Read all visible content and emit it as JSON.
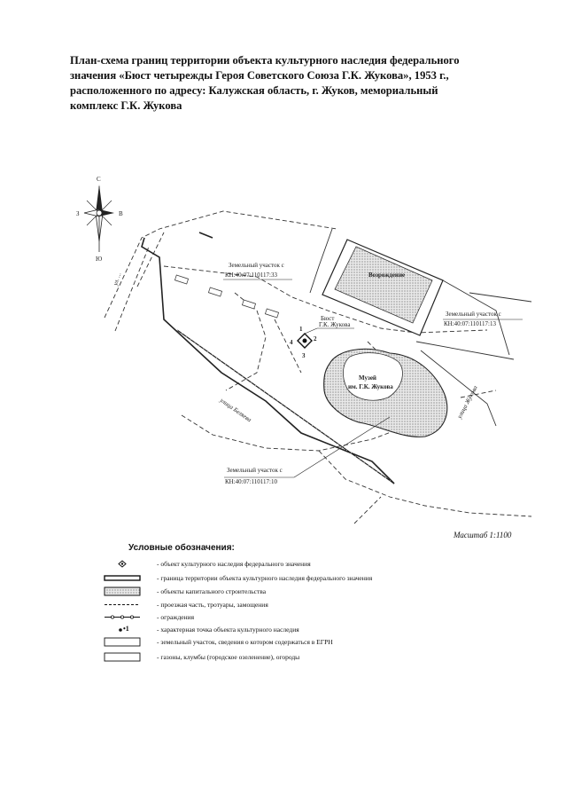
{
  "title": {
    "line1": "План-схема  границ  территории  объекта  культурного  наследия   федерального",
    "line2": "значения «Бюст четырежды Героя Советского Союза Г.К. Жукова», 1953 г.,",
    "line3": "расположенного  по  адресу:  Калужская  область,  г.  Жуков,  мемориальный",
    "line4": "комплекс Г.К. Жукова"
  },
  "compass": {
    "north": "С",
    "south": "Ю",
    "west": "З",
    "east": "В"
  },
  "map": {
    "parcel_33": {
      "line1": "Земельный участок с",
      "line2": "КН:40:07:110117:33"
    },
    "parcel_13": {
      "line1": "Земельный участок с",
      "line2": "КН:40:07:110117:13"
    },
    "parcel_10": {
      "line1": "Земельный участок с",
      "line2": "КН:40:07:110117:10"
    },
    "building_top": "Возрождение",
    "bust": {
      "line1": "Бюст",
      "line2": "Г.К. Жукова"
    },
    "museum": {
      "line1": "Музей",
      "line2": "им. Г.К. Жукова"
    },
    "point_numbers": [
      "1",
      "2",
      "3",
      "4"
    ],
    "street_left": "ул. ...",
    "street_lower": "улица Беляева",
    "street_right": "улица Жукова"
  },
  "scale": "Масштаб 1:1100",
  "legend": {
    "title": "Условные обозначения:",
    "items": [
      {
        "symbol": "heritage-object",
        "text": "- объект культурного наследия федерального значения"
      },
      {
        "symbol": "territory-boundary",
        "text": "- граница территории объекта культурного наследия федерального значения"
      },
      {
        "symbol": "capital-building",
        "text": "- объекты капитального строительства"
      },
      {
        "symbol": "roadway",
        "text": "- проезжая часть, тротуары, замощения"
      },
      {
        "symbol": "fence",
        "text": "- ограждения"
      },
      {
        "symbol": "characteristic-point",
        "text": "- характерная точка объекта культурного наследия",
        "label": "•1"
      },
      {
        "symbol": "land-parcel",
        "text": "- земельный участок, сведения о котором содержаться в ЕГРН"
      },
      {
        "symbol": "lawn",
        "text": "- газоны, клумбы (городское озеленение), огороды"
      }
    ]
  }
}
